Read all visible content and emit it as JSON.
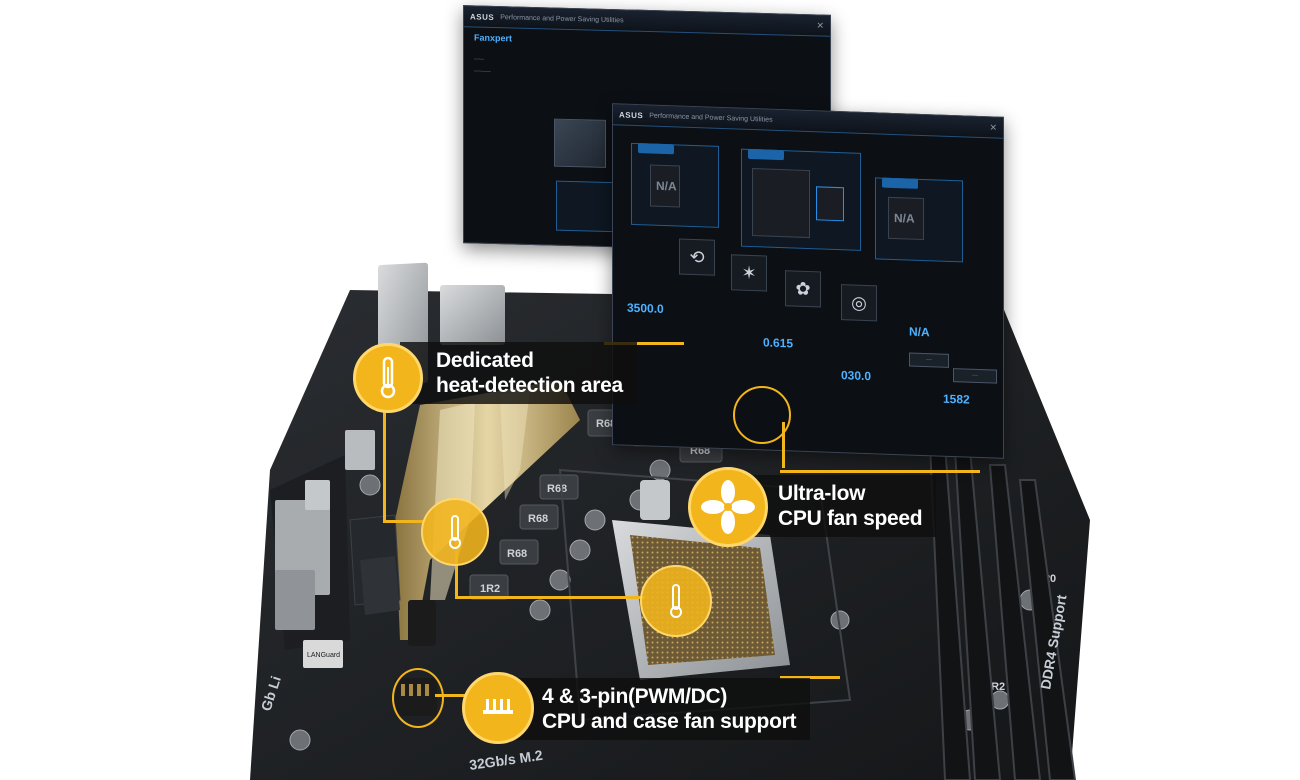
{
  "software": {
    "brand": "ASUS",
    "window1_title": "Performance and Power Saving Utilities",
    "window1_heading": "Fanxpert",
    "window2_title": "Performance and Power Saving Utilities",
    "na_label": "N/A",
    "readouts": [
      "3500.0",
      "0.615",
      "030.0",
      "1582"
    ]
  },
  "board": {
    "silk_r68": "R68",
    "silk_1r2": "1R2",
    "silk_r20": "R20",
    "silk_lan": "LANGuard",
    "silk_ddr4": "DDR4 Support",
    "silk_m2": "32Gb/s M.2",
    "silk_gb": "Gb Li"
  },
  "callouts": {
    "heat": {
      "line1": "Dedicated",
      "line2": "heat-detection area",
      "icon": "thermometer-icon"
    },
    "fan": {
      "line1": "Ultra-low",
      "line2": "CPU fan speed",
      "icon": "fan-icon"
    },
    "pins": {
      "line1": "4 & 3-pin(PWM/DC)",
      "line2": "CPU and case fan support",
      "icon": "fan-header-icon"
    }
  },
  "colors": {
    "accent": "#f3b51c",
    "label_bg": "#0f0f0f",
    "ui_blue": "#3fa7ff"
  }
}
